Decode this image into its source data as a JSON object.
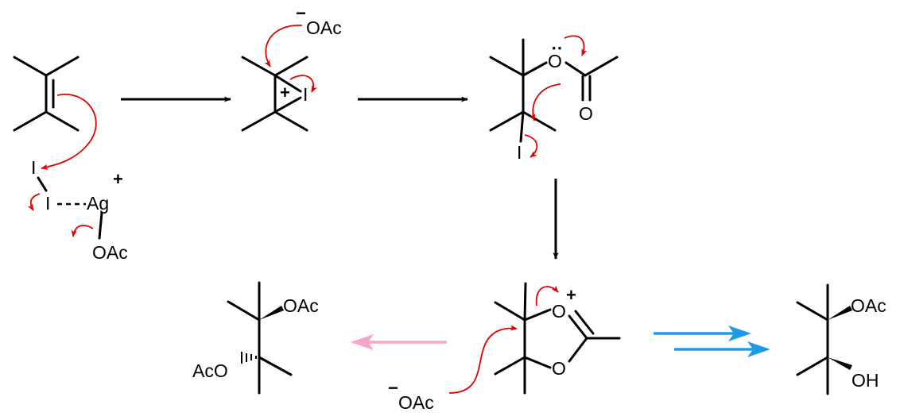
{
  "reagents": {
    "iodine_top": "I",
    "iodine_bottom": "I",
    "silver": "Ag",
    "silver_charge": "+",
    "acetate_on_silver": "OAc"
  },
  "intermediate_iodonium": {
    "acetate_anion": "OAc",
    "acetate_charge": "−",
    "iodonium_I": "I",
    "iodonium_charge": "+"
  },
  "intermediate_iodo_ester": {
    "ester_O": "O",
    "carbonyl_O": "O",
    "iodine": "I",
    "lone_pair": "‥"
  },
  "dioxolanylium": {
    "ring_O_top": "O",
    "ring_O_top_charge": "+",
    "ring_O_bottom": "O",
    "external_acetate": "OAc",
    "external_acetate_charge": "−"
  },
  "product_diacetate": {
    "top_substituent": "OAc",
    "bottom_substituent": "AcO"
  },
  "product_hydroxy_acetate": {
    "top_substituent": "OAc",
    "bottom_substituent": "OH"
  },
  "colors": {
    "bonds": "#000000",
    "curved_arrows": "#e00000",
    "reaction_arrows": "#000000",
    "prevost_arrow": "#f4a6c8",
    "woodward_arrows": "#1e9be8"
  }
}
